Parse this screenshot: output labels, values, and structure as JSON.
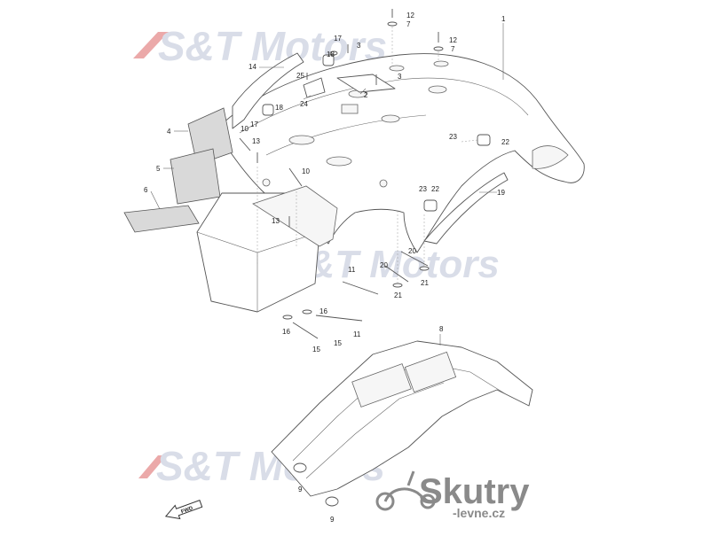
{
  "watermark": {
    "brand": "S&T Motors",
    "logo_text": "Skutry",
    "logo_sub": "-levne.cz",
    "accent_color": "#e8a7a7",
    "brand_color": "#d5d9e6"
  },
  "direction_label": "FWD",
  "callouts": [
    "1",
    "2",
    "3",
    "3",
    "4",
    "5",
    "6",
    "7",
    "7",
    "8",
    "9",
    "9",
    "10",
    "10",
    "11",
    "11",
    "12",
    "12",
    "13",
    "13",
    "14",
    "15",
    "15",
    "16",
    "16",
    "17",
    "17",
    "18",
    "18",
    "19",
    "20",
    "20",
    "21",
    "21",
    "22",
    "22",
    "23",
    "23",
    "24",
    "25"
  ]
}
